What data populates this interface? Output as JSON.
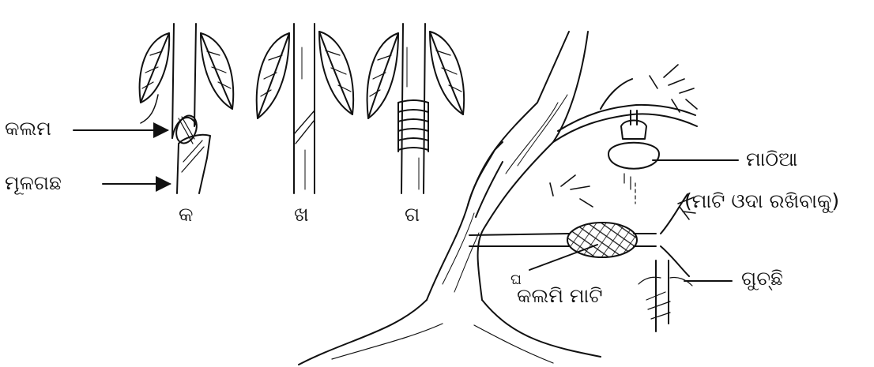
{
  "labels": {
    "kalam": "କଲମ",
    "mulagachha": "ମୂଳଗଛ",
    "step_ka": "କ",
    "step_kha": "ଖ",
    "step_ga": "ଗ",
    "step_gha": "ଘ",
    "kalami_mati": "କଲମି ମାଟି",
    "mathia": "ମାଠିଆ",
    "mathia_note": "(ମାଟି ଓଦା ରଖିବାକୁ)",
    "guchhi": "ଗୁଚ୍ଛି"
  },
  "colors": {
    "ink": "#111111",
    "paper": "#ffffff"
  }
}
